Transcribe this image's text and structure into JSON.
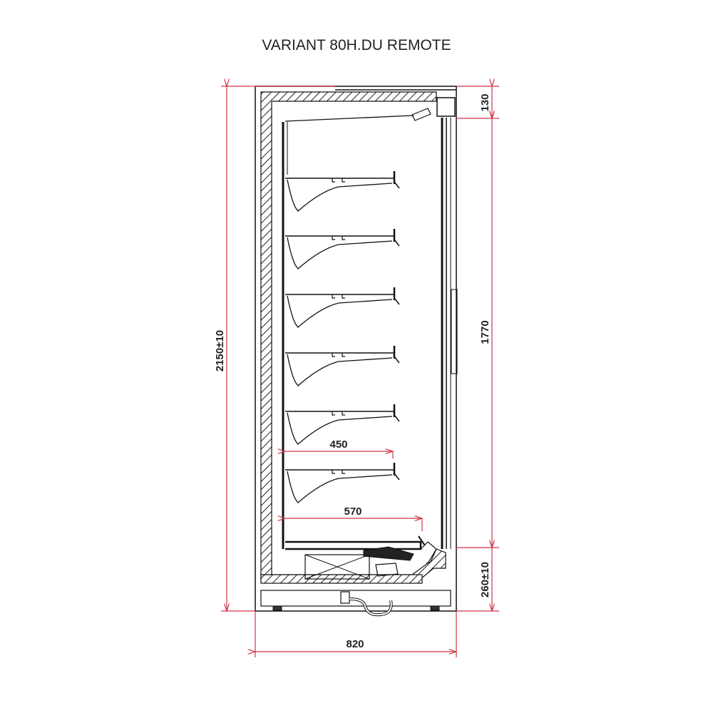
{
  "title": "VARIANT 80H.DU REMOTE",
  "dimensions": {
    "total_height": "2150±10",
    "top_section": "130",
    "door_height": "1770",
    "base_height": "260±10",
    "total_depth": "820",
    "shelf_depth": "450",
    "bottom_shelf_depth": "570"
  },
  "drawing": {
    "shelves_count": 6,
    "line_color": "#111111",
    "dimension_color": "#d0344a"
  }
}
